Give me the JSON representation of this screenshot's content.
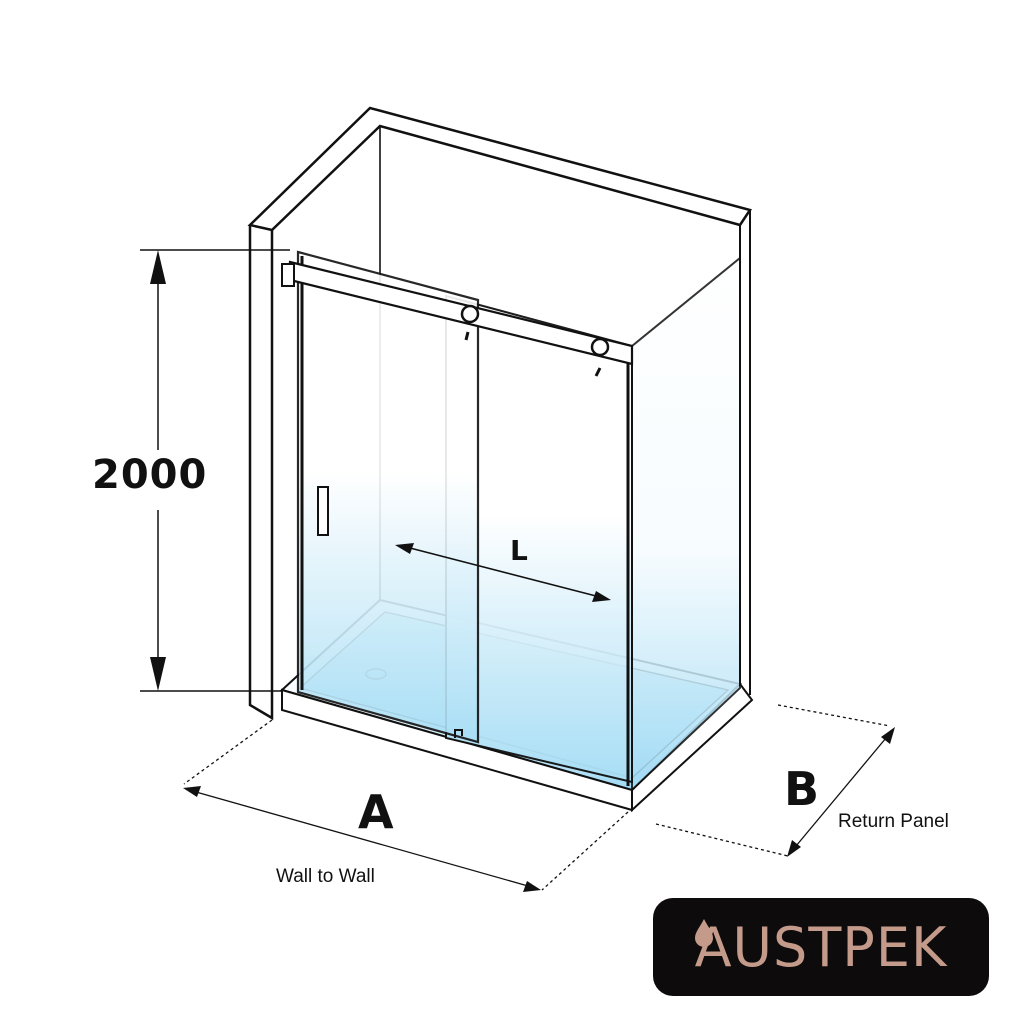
{
  "diagram": {
    "height_value": "2000",
    "opening_label": "L",
    "width_label": "A",
    "width_caption": "Wall to Wall",
    "return_label": "B",
    "return_caption": "Return Panel"
  },
  "brand": {
    "logo_text": "AUSTPEK",
    "logo_color": "#c49a8a",
    "logo_background": "#0d0b0b"
  },
  "colors": {
    "glass_top": "#ffffff",
    "glass_bottom": "#a8def5",
    "outline": "#111111"
  }
}
